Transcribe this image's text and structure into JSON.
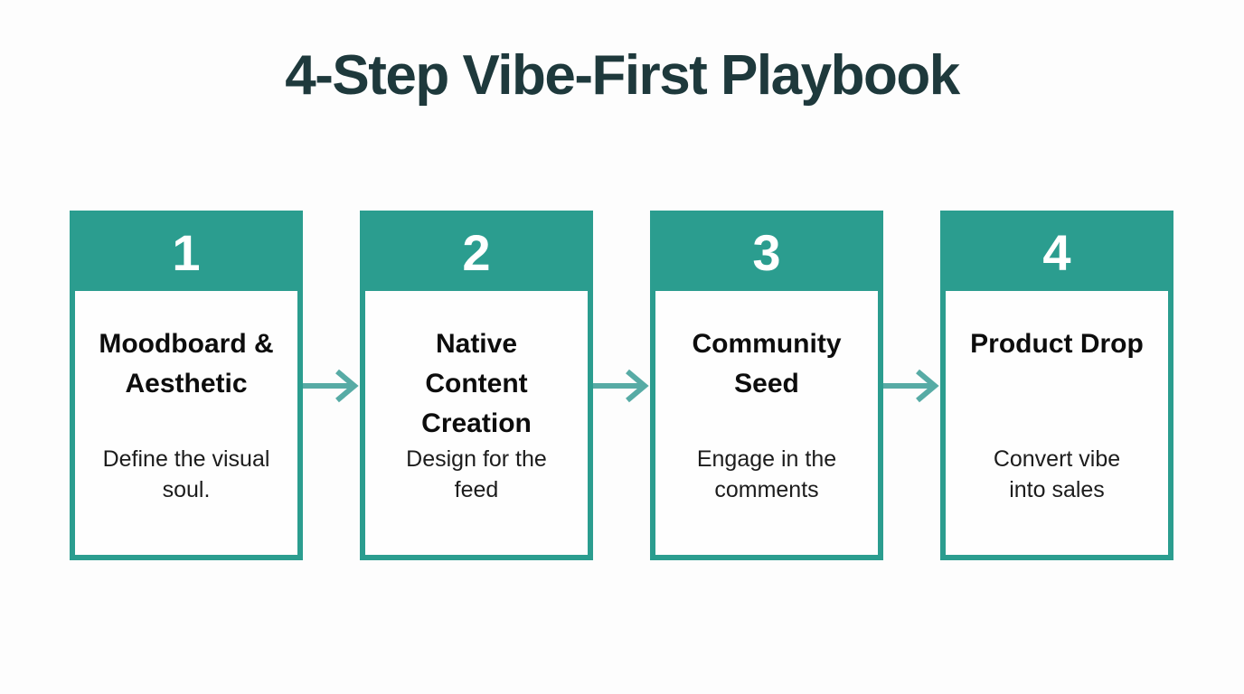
{
  "header": {
    "title": "4-Step Vibe-First Playbook"
  },
  "colors": {
    "teal": "#2b9d8f",
    "arrow": "#57aba5",
    "heading": "#1e393c",
    "card_title": "#0d0d0d",
    "card_desc": "#1c1c1c",
    "number": "#ffffff",
    "page_bg": "#fdfdfd",
    "card_bg": "#fefefe"
  },
  "steps": [
    {
      "number": "1",
      "title": "Moodboard & Aesthetic",
      "description": "Define the visual soul."
    },
    {
      "number": "2",
      "title": "Native Content Creation",
      "description": "Design for the feed"
    },
    {
      "number": "3",
      "title": "Community Seed",
      "description": "Engage in the comments"
    },
    {
      "number": "4",
      "title": "Product Drop",
      "description": "Convert vibe into sales"
    }
  ],
  "icons": {
    "connector": "right-arrow-icon"
  }
}
